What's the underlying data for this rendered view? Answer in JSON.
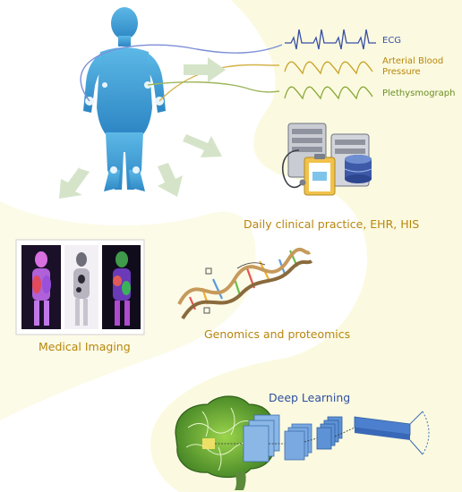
{
  "signals": {
    "ecg": "ECG",
    "abp_line1": "Arterial Blood",
    "abp_line2": "Pressure",
    "pleth": "Plethysmograph"
  },
  "sections": {
    "clinical": "Daily clinical practice, EHR, HIS",
    "imaging": "Medical Imaging",
    "genomics": "Genomics and proteomics",
    "deep_learning": "Deep Learning"
  },
  "colors": {
    "background_swoosh": "#fbfae0",
    "body_silhouette": "#4aa7d8",
    "arrows": "#d5e4c9",
    "ecg": "#3a4fa6",
    "abp": "#c9a227",
    "pleth": "#8aa838",
    "label_accent": "#b8860b"
  }
}
